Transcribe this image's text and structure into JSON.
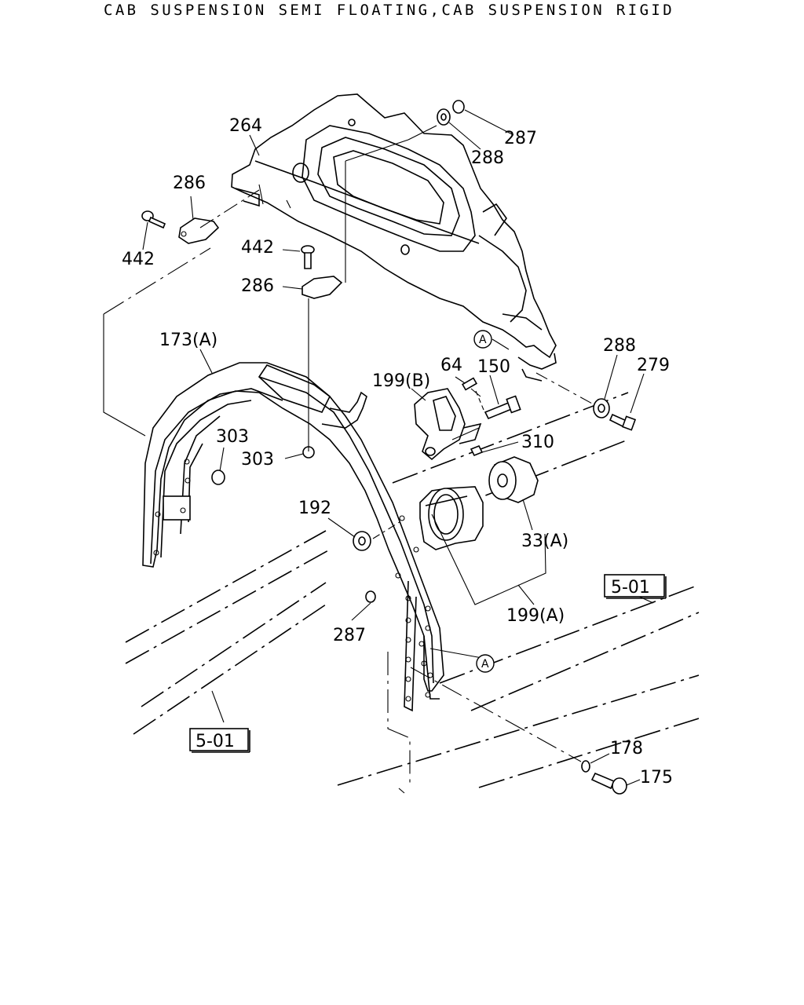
{
  "title": "CAB SUSPENSION SEMI FLOATING,CAB SUSPENSION RIGID",
  "labels": {
    "p264": "264",
    "p287_top": "287",
    "p288_top": "288",
    "p286_left": "286",
    "p442_left": "442",
    "p442_mid": "442",
    "p286_mid": "286",
    "p173A": "173(A)",
    "p288_right": "288",
    "p279": "279",
    "p64": "64",
    "p150": "150",
    "p199B": "199(B)",
    "p303_a": "303",
    "p303_b": "303",
    "p310": "310",
    "p192": "192",
    "p33A": "33(A)",
    "p199A": "199(A)",
    "p287_bottom": "287",
    "p178": "178",
    "p175": "175"
  },
  "refs": {
    "ref_right": "5-01",
    "ref_left": "5-01"
  },
  "circle_marks": {
    "a_top": "A",
    "a_bottom": "A"
  }
}
